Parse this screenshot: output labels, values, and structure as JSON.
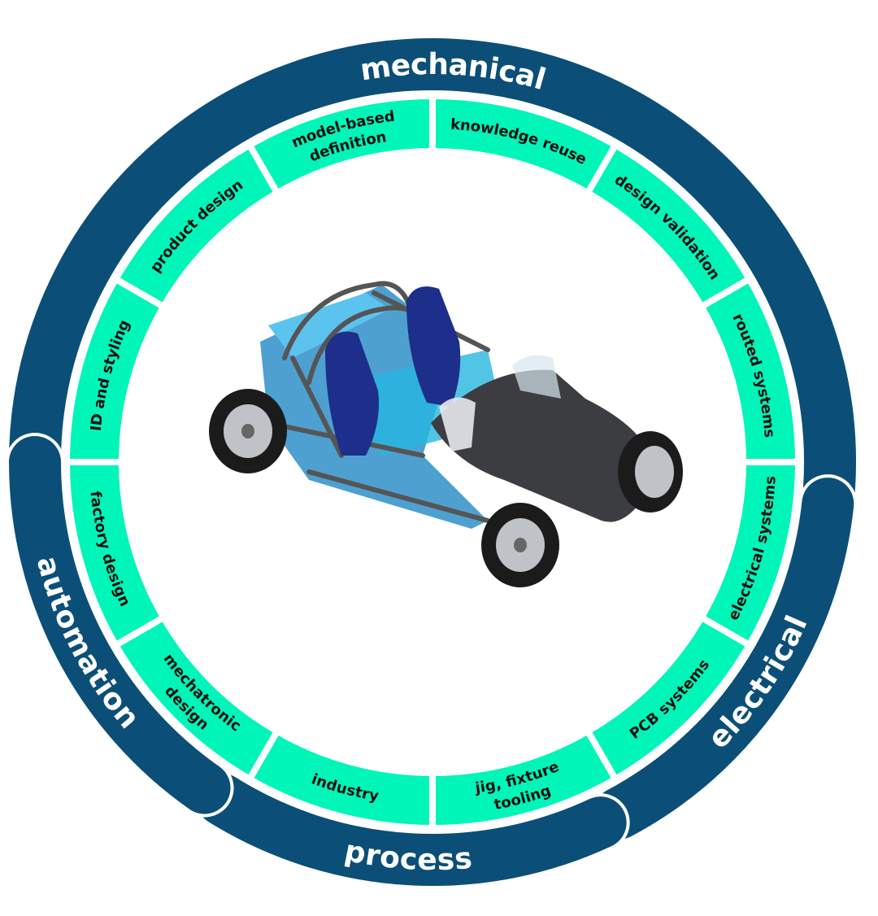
{
  "colors": {
    "ring": "#0b4f78",
    "segment": "#00f5b9",
    "label_dark": "#111111",
    "label_light": "#ffffff"
  },
  "outer_ring": [
    {
      "label": "mechanical"
    },
    {
      "label": "electrical"
    },
    {
      "label": "process"
    },
    {
      "label": "automation"
    }
  ],
  "segments": [
    {
      "lines": [
        "knowledge reuse"
      ]
    },
    {
      "lines": [
        "design validation"
      ]
    },
    {
      "lines": [
        "routed systems"
      ]
    },
    {
      "lines": [
        "electrical systems"
      ]
    },
    {
      "lines": [
        "PCB systems"
      ]
    },
    {
      "lines": [
        "jig, fixture",
        "tooling"
      ]
    },
    {
      "lines": [
        "industry"
      ]
    },
    {
      "lines": [
        "mechatronic",
        "design"
      ]
    },
    {
      "lines": [
        "factory design"
      ]
    },
    {
      "lines": [
        "ID and styling"
      ]
    },
    {
      "lines": [
        "product design"
      ]
    },
    {
      "lines": [
        "model-based",
        "definition"
      ]
    }
  ],
  "center_image": {
    "icon": "vehicle-chassis-cad-model"
  }
}
